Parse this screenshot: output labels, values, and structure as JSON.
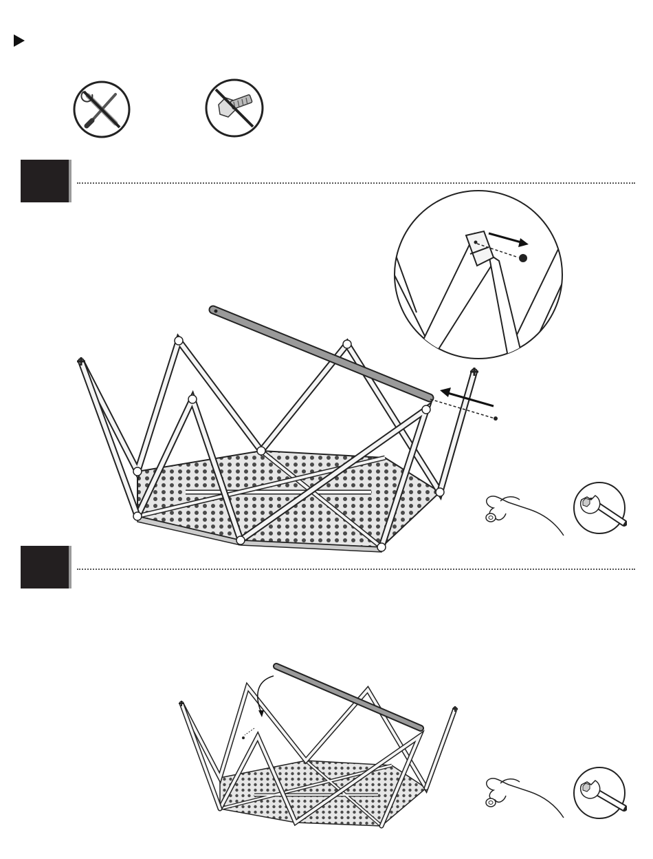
{
  "page": {
    "header_marker": "play-triangle"
  },
  "icons": {
    "no_tools": "no-tools-icon",
    "no_hardware": "no-hardware-icon"
  },
  "steps": [
    {
      "name": "step-1"
    },
    {
      "name": "step-2"
    }
  ],
  "colors": {
    "step_block": "#231f20",
    "step_edge": "#9a9a9a",
    "line": "#222222",
    "tube": "#f4f4f4",
    "floor": "#6a6a6a"
  }
}
